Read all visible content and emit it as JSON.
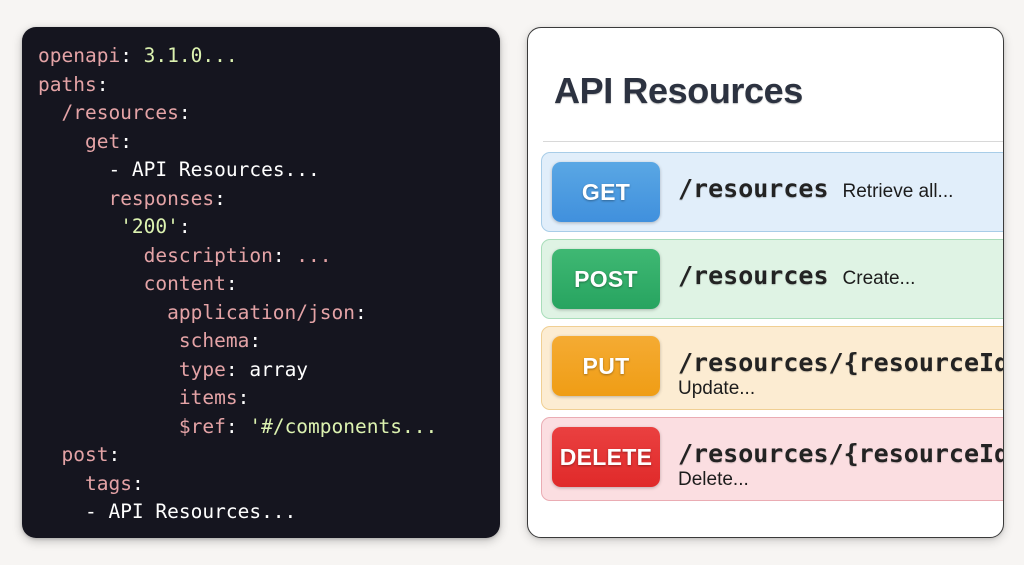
{
  "code_panel": {
    "language": "yaml",
    "lines": [
      {
        "indent": 0,
        "tokens": [
          {
            "t": "openapi",
            "c": "key"
          },
          {
            "t": ": ",
            "c": "punct"
          },
          {
            "t": "3.1.0...",
            "c": "num"
          }
        ]
      },
      {
        "indent": 0,
        "tokens": [
          {
            "t": "paths",
            "c": "key"
          },
          {
            "t": ":",
            "c": "punct"
          }
        ]
      },
      {
        "indent": 2,
        "tokens": [
          {
            "t": "/resources",
            "c": "key"
          },
          {
            "t": ":",
            "c": "punct"
          }
        ]
      },
      {
        "indent": 4,
        "tokens": [
          {
            "t": "get",
            "c": "key"
          },
          {
            "t": ":",
            "c": "punct"
          }
        ]
      },
      {
        "indent": 6,
        "tokens": [
          {
            "t": "- API Resources...",
            "c": "plain"
          }
        ]
      },
      {
        "indent": 6,
        "tokens": [
          {
            "t": "responses",
            "c": "key"
          },
          {
            "t": ":",
            "c": "punct"
          }
        ]
      },
      {
        "indent": 7,
        "tokens": [
          {
            "t": "'200'",
            "c": "str"
          },
          {
            "t": ":",
            "c": "punct"
          }
        ]
      },
      {
        "indent": 9,
        "tokens": [
          {
            "t": "description",
            "c": "key"
          },
          {
            "t": ": ",
            "c": "punct"
          },
          {
            "t": "...",
            "c": "key"
          }
        ]
      },
      {
        "indent": 9,
        "tokens": [
          {
            "t": "content",
            "c": "key"
          },
          {
            "t": ":",
            "c": "punct"
          }
        ]
      },
      {
        "indent": 11,
        "tokens": [
          {
            "t": "application/json",
            "c": "key"
          },
          {
            "t": ":",
            "c": "punct"
          }
        ]
      },
      {
        "indent": 12,
        "tokens": [
          {
            "t": "schema",
            "c": "key"
          },
          {
            "t": ":",
            "c": "punct"
          }
        ]
      },
      {
        "indent": 12,
        "tokens": [
          {
            "t": "type",
            "c": "key"
          },
          {
            "t": ": ",
            "c": "punct"
          },
          {
            "t": "array",
            "c": "plain"
          }
        ]
      },
      {
        "indent": 12,
        "tokens": [
          {
            "t": "items",
            "c": "key"
          },
          {
            "t": ":",
            "c": "punct"
          }
        ]
      },
      {
        "indent": 12,
        "tokens": [
          {
            "t": "$ref",
            "c": "key"
          },
          {
            "t": ": ",
            "c": "punct"
          },
          {
            "t": "'#/components...",
            "c": "str"
          }
        ]
      },
      {
        "indent": 2,
        "tokens": [
          {
            "t": "post",
            "c": "key"
          },
          {
            "t": ":",
            "c": "punct"
          }
        ]
      },
      {
        "indent": 4,
        "tokens": [
          {
            "t": "tags",
            "c": "key"
          },
          {
            "t": ":",
            "c": "punct"
          }
        ]
      },
      {
        "indent": 4,
        "tokens": [
          {
            "t": "- API Resources...",
            "c": "plain"
          }
        ]
      }
    ]
  },
  "api_card": {
    "title": "API Resources",
    "endpoints": [
      {
        "method": "GET",
        "path": "/resources",
        "summary": "Retrieve all...",
        "summary_below": false,
        "row_class": "row-get",
        "badge_class": "badge-get",
        "badge_color": "#4090dd",
        "row_bg": "#e1eefa",
        "row_border": "#a8cde8"
      },
      {
        "method": "POST",
        "path": "/resources",
        "summary": "Create...",
        "summary_below": false,
        "row_class": "row-post",
        "badge_class": "badge-post",
        "badge_color": "#27a460",
        "row_bg": "#dff3e4",
        "row_border": "#a9ddba"
      },
      {
        "method": "PUT",
        "path": "/resources/{resourceId}",
        "summary": "Update...",
        "summary_below": true,
        "row_class": "row-put",
        "badge_class": "badge-put",
        "badge_color": "#ef9d15",
        "row_bg": "#fcecd2",
        "row_border": "#f0cf93"
      },
      {
        "method": "DELETE",
        "path": "/resources/{resourceId}",
        "summary": "Delete...",
        "summary_below": true,
        "row_class": "row-delete",
        "badge_class": "badge-delete",
        "badge_color": "#e02a2a",
        "row_bg": "#fbdee1",
        "row_border": "#eaacb3"
      }
    ]
  },
  "theme": {
    "page_background": "#f7f5f3",
    "code_background": "#15151f",
    "code_key_color": "#e4a3a6",
    "code_string_color": "#dcf2b0",
    "code_plain_color": "#ffffff",
    "card_background": "#ffffff",
    "card_title_color": "#2c3240",
    "divider_color": "#d8d8d8"
  }
}
